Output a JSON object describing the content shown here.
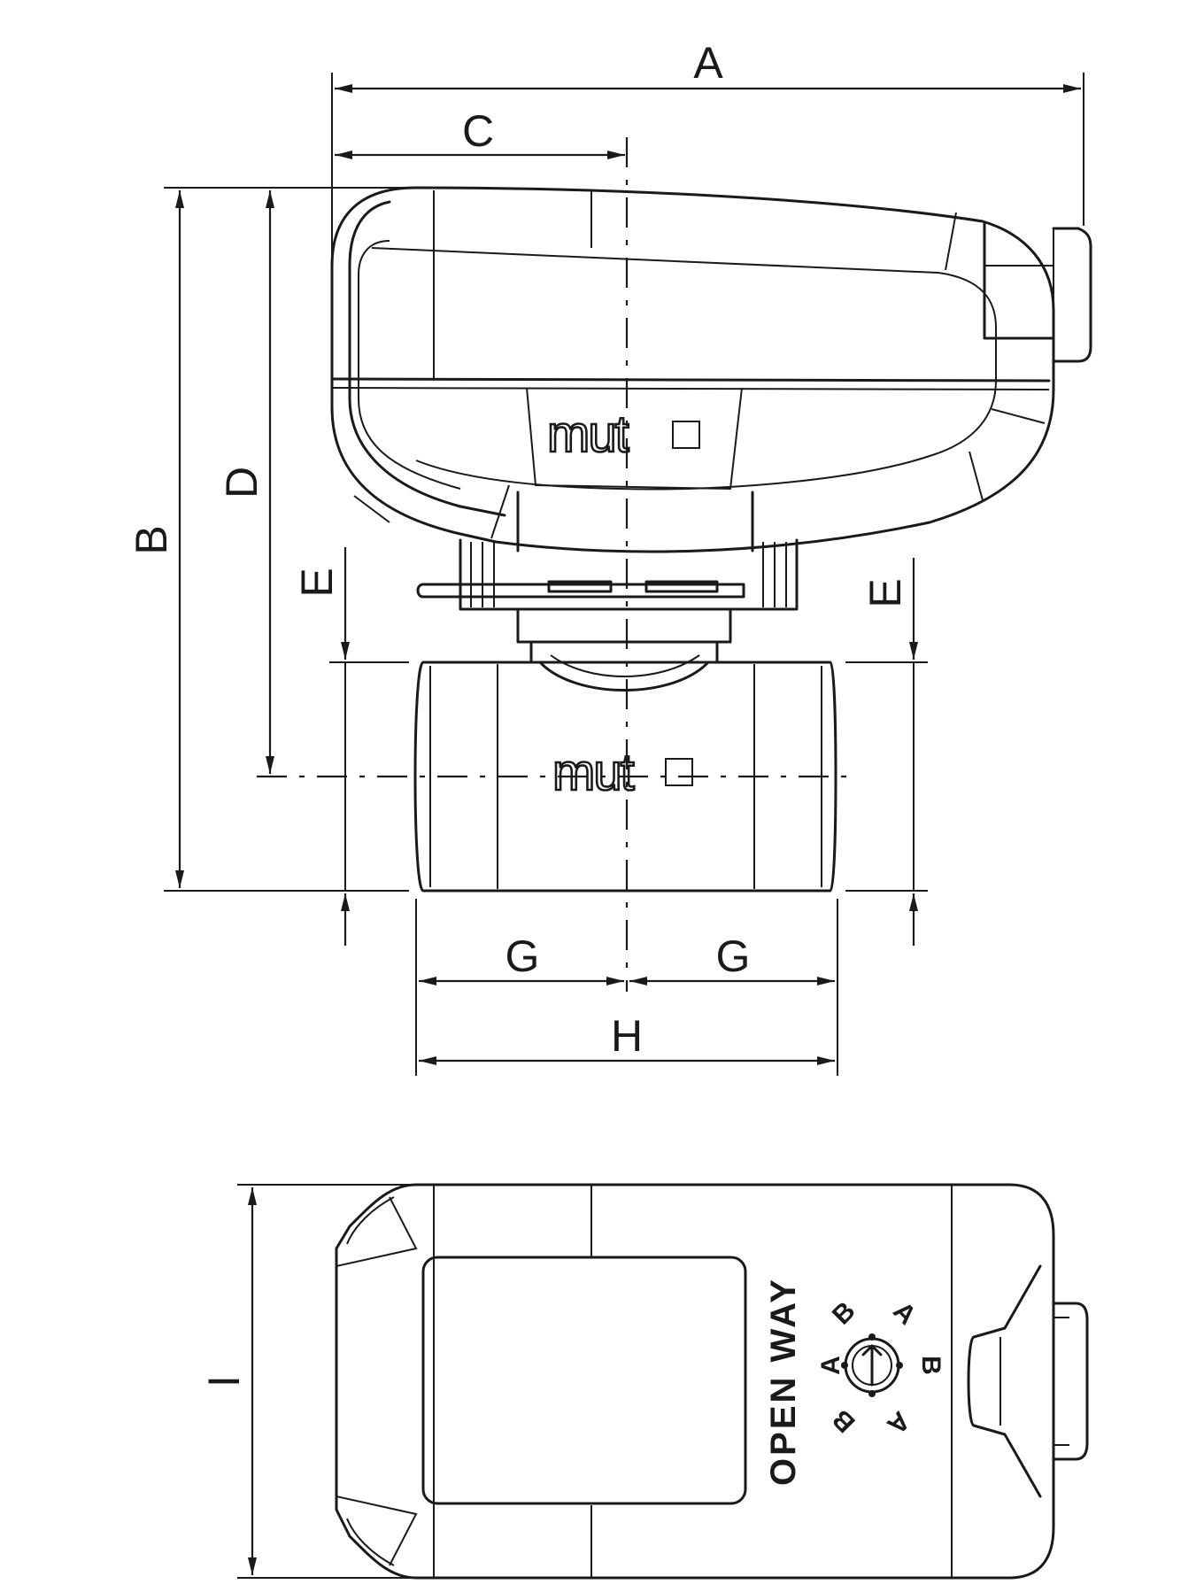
{
  "dimensions": {
    "a": "A",
    "b": "B",
    "c": "C",
    "d": "D",
    "e_left": "E",
    "e_right": "E",
    "g_left": "G",
    "g_right": "G",
    "h": "H",
    "i": "I"
  },
  "branding": {
    "actuator_logo": "mut",
    "valve_logo": "mut"
  },
  "top_view": {
    "open_way_label": "OPEN WAY",
    "selector_marks": [
      "A",
      "B",
      "A",
      "B",
      "A",
      "B"
    ]
  }
}
